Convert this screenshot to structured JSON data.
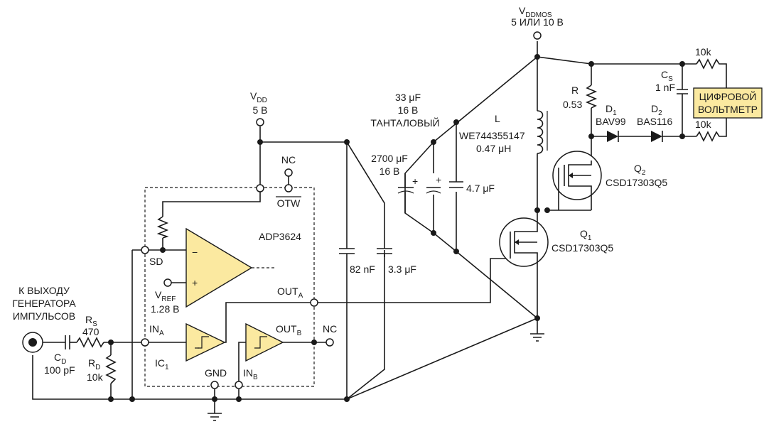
{
  "labels": {
    "vddmos": "V",
    "vddmos_sub": "DDMOS",
    "vddmos_val": "5 ИЛИ 10 В",
    "vdd": "V",
    "vdd_sub": "DD",
    "vdd_val": "5 В",
    "nc_top": "NC",
    "otw": "OTW",
    "adp": "ADP3624",
    "sd": "SD",
    "vref": "V",
    "vref_sub": "REF",
    "vref_val": "1.28 В",
    "outa": "OUT",
    "outa_sub": "A",
    "ina": "IN",
    "ina_sub": "A",
    "inb": "IN",
    "inb_sub": "B",
    "outb": "OUT",
    "outb_sub": "B",
    "nc_right": "NC",
    "ic1": "IC",
    "ic1_sub": "1",
    "gnd": "GND",
    "source_line1": "К ВЫХОДУ",
    "source_line2": "ГЕНЕРАТОРА",
    "source_line3": "ИМПУЛЬСОВ",
    "rs": "R",
    "rs_sub": "S",
    "rs_val": "470",
    "cd": "C",
    "cd_sub": "D",
    "cd_val": "100 pF",
    "rd": "R",
    "rd_sub": "D",
    "rd_val": "10k",
    "c82": "82 nF",
    "c33": "3.3 μF",
    "tant1": "33 μF",
    "tant2": "16 В",
    "tant3": "ТАНТАЛОВЫЙ",
    "c2700_1": "2700 μF",
    "c2700_2": "16 В",
    "c47": "4.7 μF",
    "l": "L",
    "l_part": "WE744355147",
    "l_val": "0.47 μH",
    "r": "R",
    "r_val": "0.53",
    "d1": "D",
    "d1_sub": "1",
    "d1_part": "BAV99",
    "d2": "D",
    "d2_sub": "2",
    "d2_part": "BAS116",
    "cs": "C",
    "cs_sub": "S",
    "cs_val": "1 nF",
    "r10k_top": "10k",
    "r10k_bot": "10k",
    "meter1": "ЦИФРОВОЙ",
    "meter2": "ВОЛЬТМЕТР",
    "q2": "Q",
    "q2_sub": "2",
    "q2_part": "CSD17303Q5",
    "q1": "Q",
    "q1_sub": "1",
    "q1_part": "CSD17303Q5",
    "plus": "+",
    "minus": "−"
  }
}
